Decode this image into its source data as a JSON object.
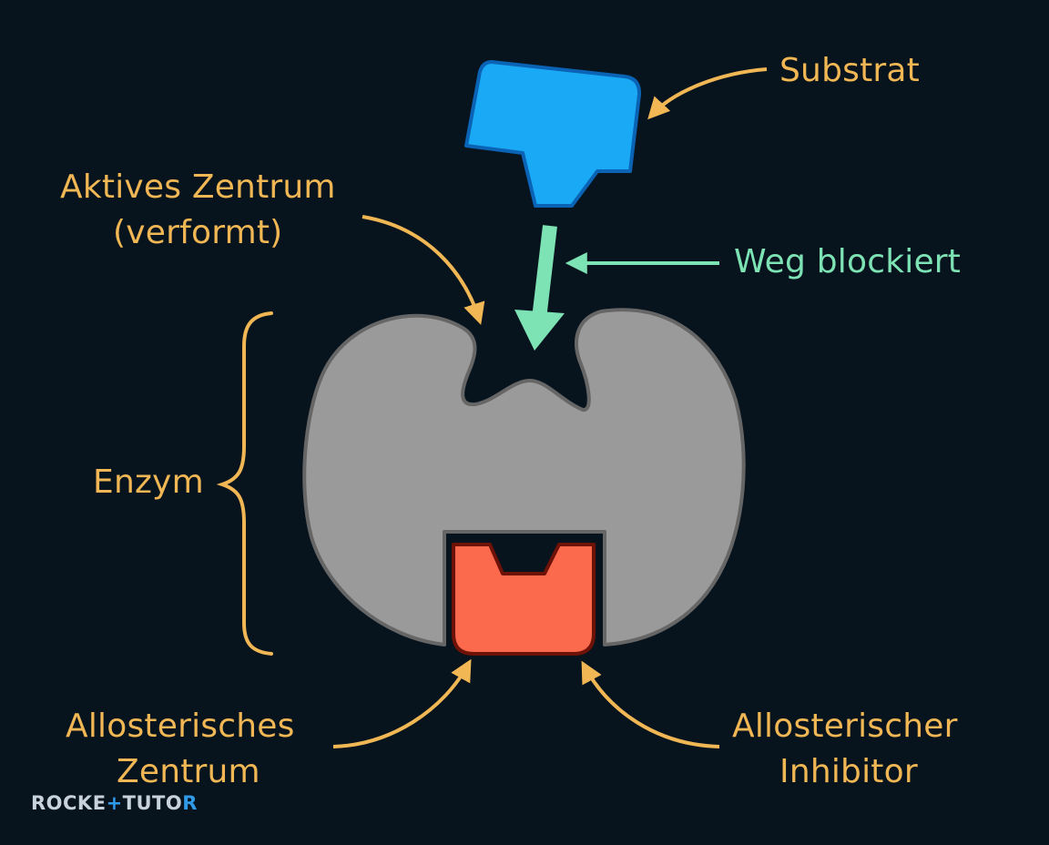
{
  "colors": {
    "background": "#07131d",
    "label_orange": "#f0b754",
    "label_green": "#7de3b4",
    "enzyme_fill": "#9a9a9a",
    "enzyme_stroke": "#666666",
    "substrate_fill": "#1aa9f4",
    "substrate_stroke": "#0a63b4",
    "inhibitor_fill": "#fb6a4d",
    "inhibitor_stroke": "#6e1208",
    "brand_text": "#c7d2dc",
    "brand_accent": "#2f9be8"
  },
  "labels": {
    "substrate": "Substrat",
    "active_site_line1": "Aktives Zentrum",
    "active_site_line2": "(verformt)",
    "path_blocked": "Weg blockiert",
    "enzyme": "Enzym",
    "allosteric_site_line1": "Allosterisches",
    "allosteric_site_line2": "Zentrum",
    "allosteric_inhibitor_line1": "Allosterischer",
    "allosteric_inhibitor_line2": "Inhibitor"
  },
  "brand": {
    "part1": "ROCKE",
    "plus": "+",
    "part2": "TUTO",
    "part3": "R"
  }
}
